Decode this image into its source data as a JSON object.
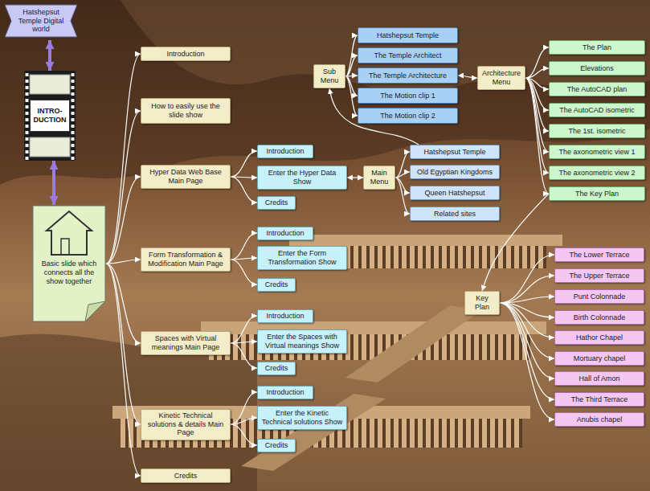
{
  "diagram": {
    "nodes": [
      {
        "text": [
          "Hatshepsut Temple Digital world"
        ]
      },
      {
        "text": [
          "INTRO- DUCTION"
        ]
      },
      {
        "text": [
          "Basic slide which connects all the show together"
        ]
      },
      {
        "text": [
          "Introduction"
        ]
      },
      {
        "text": [
          "How to easily use the slide show"
        ]
      },
      {
        "text": [
          "Hyper Data Web Base Main Page"
        ]
      },
      {
        "text": [
          "Form Transformation & Modification Main Page"
        ]
      },
      {
        "text": [
          "Spaces with Virtual meanings Main Page"
        ]
      },
      {
        "text": [
          "Kinetic Technical solutions & details Main Page"
        ]
      },
      {
        "text": [
          "Credits"
        ]
      },
      {
        "text": [
          "Introduction"
        ]
      },
      {
        "text": [
          "Enter the Hyper Data Show"
        ]
      },
      {
        "text": [
          "Credits"
        ]
      },
      {
        "text": [
          "Introduction"
        ]
      },
      {
        "text": [
          "Enter the Form Transformation Show"
        ]
      },
      {
        "text": [
          "Credits"
        ]
      },
      {
        "text": [
          "Introduction"
        ]
      },
      {
        "text": [
          "Enter the Spaces with Virtual meanings Show"
        ]
      },
      {
        "text": [
          "Credits"
        ]
      },
      {
        "text": [
          "Introduction"
        ]
      },
      {
        "text": [
          "Enter the Kinetic Technical solutions Show"
        ]
      },
      {
        "text": [
          "Credits"
        ]
      },
      {
        "text": [
          "Main Menu"
        ]
      },
      {
        "text": [
          "Hatshepsut Temple"
        ]
      },
      {
        "text": [
          "Old Egyptian Kingdoms"
        ]
      },
      {
        "text": [
          "Queen Hatshepsut"
        ]
      },
      {
        "text": [
          "Related sites"
        ]
      },
      {
        "text": [
          "Sub Menu"
        ]
      },
      {
        "text": [
          "Hatshepsut Temple"
        ]
      },
      {
        "text": [
          "The Temple Architect"
        ]
      },
      {
        "text": [
          "The Temple Architecture"
        ]
      },
      {
        "text": [
          "The Motion clip 1"
        ]
      },
      {
        "text": [
          "The Motion clip 2"
        ]
      },
      {
        "text": [
          "Architecture Menu"
        ]
      },
      {
        "text": [
          "The Plan"
        ]
      },
      {
        "text": [
          "Elevations"
        ]
      },
      {
        "text": [
          "The AutoCAD plan"
        ]
      },
      {
        "text": [
          "The AutoCAD isometric"
        ]
      },
      {
        "text": [
          "The 1st. isometric"
        ]
      },
      {
        "text": [
          "The axonometric view 1"
        ]
      },
      {
        "text": [
          "The axonometric view 2"
        ]
      },
      {
        "text": [
          "The Key Plan"
        ]
      },
      {
        "text": [
          "Key Plan"
        ]
      },
      {
        "text": [
          "The Lower Terrace"
        ]
      },
      {
        "text": [
          "The Upper Terrace"
        ]
      },
      {
        "text": [
          "Punt Colonnade"
        ]
      },
      {
        "text": [
          "Birth Colonnade"
        ]
      },
      {
        "text": [
          "Hathor Chapel"
        ]
      },
      {
        "text": [
          "Mortuary chapel"
        ]
      },
      {
        "text": [
          "Hall of Amon"
        ]
      },
      {
        "text": [
          "The Third Terrace"
        ]
      },
      {
        "text": [
          "Anubis chapel"
        ]
      }
    ],
    "edges": [
      {
        "from": 0,
        "to": 1,
        "arrow": "both"
      },
      {
        "from": 1,
        "to": 2,
        "arrow": "both"
      },
      {
        "from": 2,
        "to": 3,
        "arrow": "to"
      },
      {
        "from": 2,
        "to": 4,
        "arrow": "to"
      },
      {
        "from": 2,
        "to": 5,
        "arrow": "to"
      },
      {
        "from": 2,
        "to": 6,
        "arrow": "to"
      },
      {
        "from": 2,
        "to": 7,
        "arrow": "to"
      },
      {
        "from": 2,
        "to": 8,
        "arrow": "to"
      },
      {
        "from": 2,
        "to": 9,
        "arrow": "to"
      },
      {
        "from": 5,
        "to": 10,
        "arrow": "to"
      },
      {
        "from": 5,
        "to": 11,
        "arrow": "to"
      },
      {
        "from": 5,
        "to": 12,
        "arrow": "to"
      },
      {
        "from": 6,
        "to": 13,
        "arrow": "to"
      },
      {
        "from": 6,
        "to": 14,
        "arrow": "to"
      },
      {
        "from": 6,
        "to": 15,
        "arrow": "to"
      },
      {
        "from": 7,
        "to": 16,
        "arrow": "to"
      },
      {
        "from": 7,
        "to": 17,
        "arrow": "to"
      },
      {
        "from": 7,
        "to": 18,
        "arrow": "to"
      },
      {
        "from": 8,
        "to": 19,
        "arrow": "to"
      },
      {
        "from": 8,
        "to": 20,
        "arrow": "to"
      },
      {
        "from": 8,
        "to": 21,
        "arrow": "to"
      },
      {
        "from": 11,
        "to": 22,
        "arrow": "both"
      },
      {
        "from": 22,
        "to": 23,
        "arrow": "to"
      },
      {
        "from": 22,
        "to": 24,
        "arrow": "to"
      },
      {
        "from": 22,
        "to": 25,
        "arrow": "to"
      },
      {
        "from": 22,
        "to": 26,
        "arrow": "to"
      },
      {
        "from": 23,
        "to": 27,
        "arrow": "to"
      },
      {
        "from": 27,
        "to": 28,
        "arrow": "to"
      },
      {
        "from": 27,
        "to": 29,
        "arrow": "to"
      },
      {
        "from": 27,
        "to": 30,
        "arrow": "to"
      },
      {
        "from": 27,
        "to": 31,
        "arrow": "to"
      },
      {
        "from": 27,
        "to": 32,
        "arrow": "to"
      },
      {
        "from": 30,
        "to": 33,
        "arrow": "both"
      },
      {
        "from": 33,
        "to": 34,
        "arrow": "to"
      },
      {
        "from": 33,
        "to": 35,
        "arrow": "to"
      },
      {
        "from": 33,
        "to": 36,
        "arrow": "to"
      },
      {
        "from": 33,
        "to": 37,
        "arrow": "to"
      },
      {
        "from": 33,
        "to": 38,
        "arrow": "to"
      },
      {
        "from": 33,
        "to": 39,
        "arrow": "to"
      },
      {
        "from": 33,
        "to": 40,
        "arrow": "to"
      },
      {
        "from": 33,
        "to": 41,
        "arrow": "to"
      },
      {
        "from": 41,
        "to": 42,
        "arrow": "to"
      },
      {
        "from": 42,
        "to": 43,
        "arrow": "to"
      },
      {
        "from": 42,
        "to": 44,
        "arrow": "to"
      },
      {
        "from": 42,
        "to": 45,
        "arrow": "to"
      },
      {
        "from": 42,
        "to": 46,
        "arrow": "to"
      },
      {
        "from": 42,
        "to": 47,
        "arrow": "to"
      },
      {
        "from": 42,
        "to": 48,
        "arrow": "to"
      },
      {
        "from": 42,
        "to": 49,
        "arrow": "to"
      },
      {
        "from": 42,
        "to": 50,
        "arrow": "to"
      },
      {
        "from": 42,
        "to": 51,
        "arrow": "to"
      }
    ]
  }
}
